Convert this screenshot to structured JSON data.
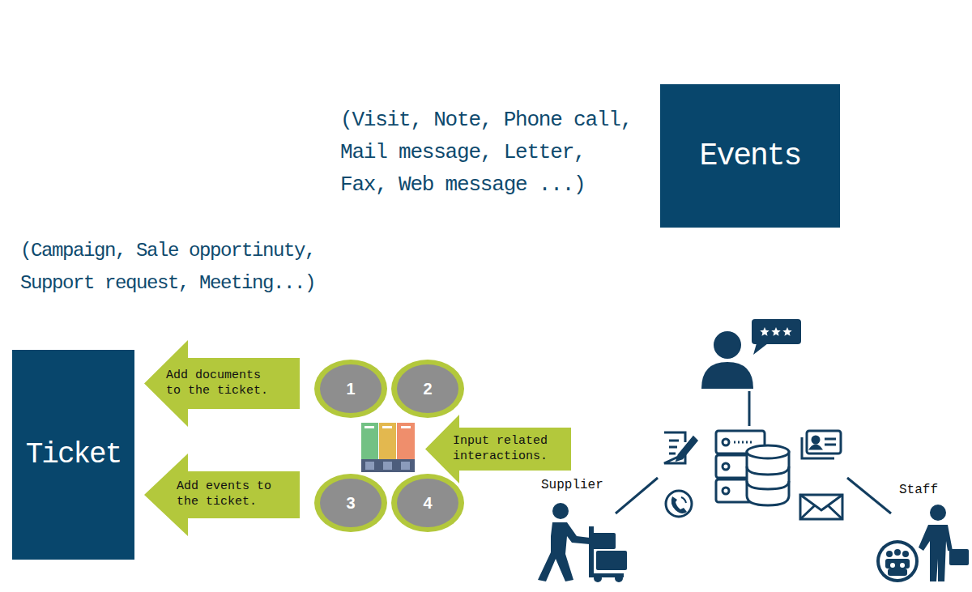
{
  "diagram": {
    "nodes": [
      {
        "text": [
          "Events"
        ]
      },
      {
        "text": [
          "Ticket"
        ]
      },
      {
        "text": [
          "Add documents to the ticket."
        ]
      },
      {
        "text": [
          "1"
        ]
      },
      {
        "text": [
          "2"
        ]
      },
      {
        "text": [
          "Input related interactions."
        ]
      },
      {
        "text": [
          "3"
        ]
      },
      {
        "text": [
          "4"
        ]
      },
      {
        "text": [
          "Add events to the ticket."
        ]
      }
    ],
    "labels": [
      "(Visit, Note, Phone call, Mail message, Letter, Fax, Web message ...)",
      "(Campaign, Sale opportinuty, Support request, Meeting...)",
      "Supplier",
      "Staff"
    ]
  }
}
